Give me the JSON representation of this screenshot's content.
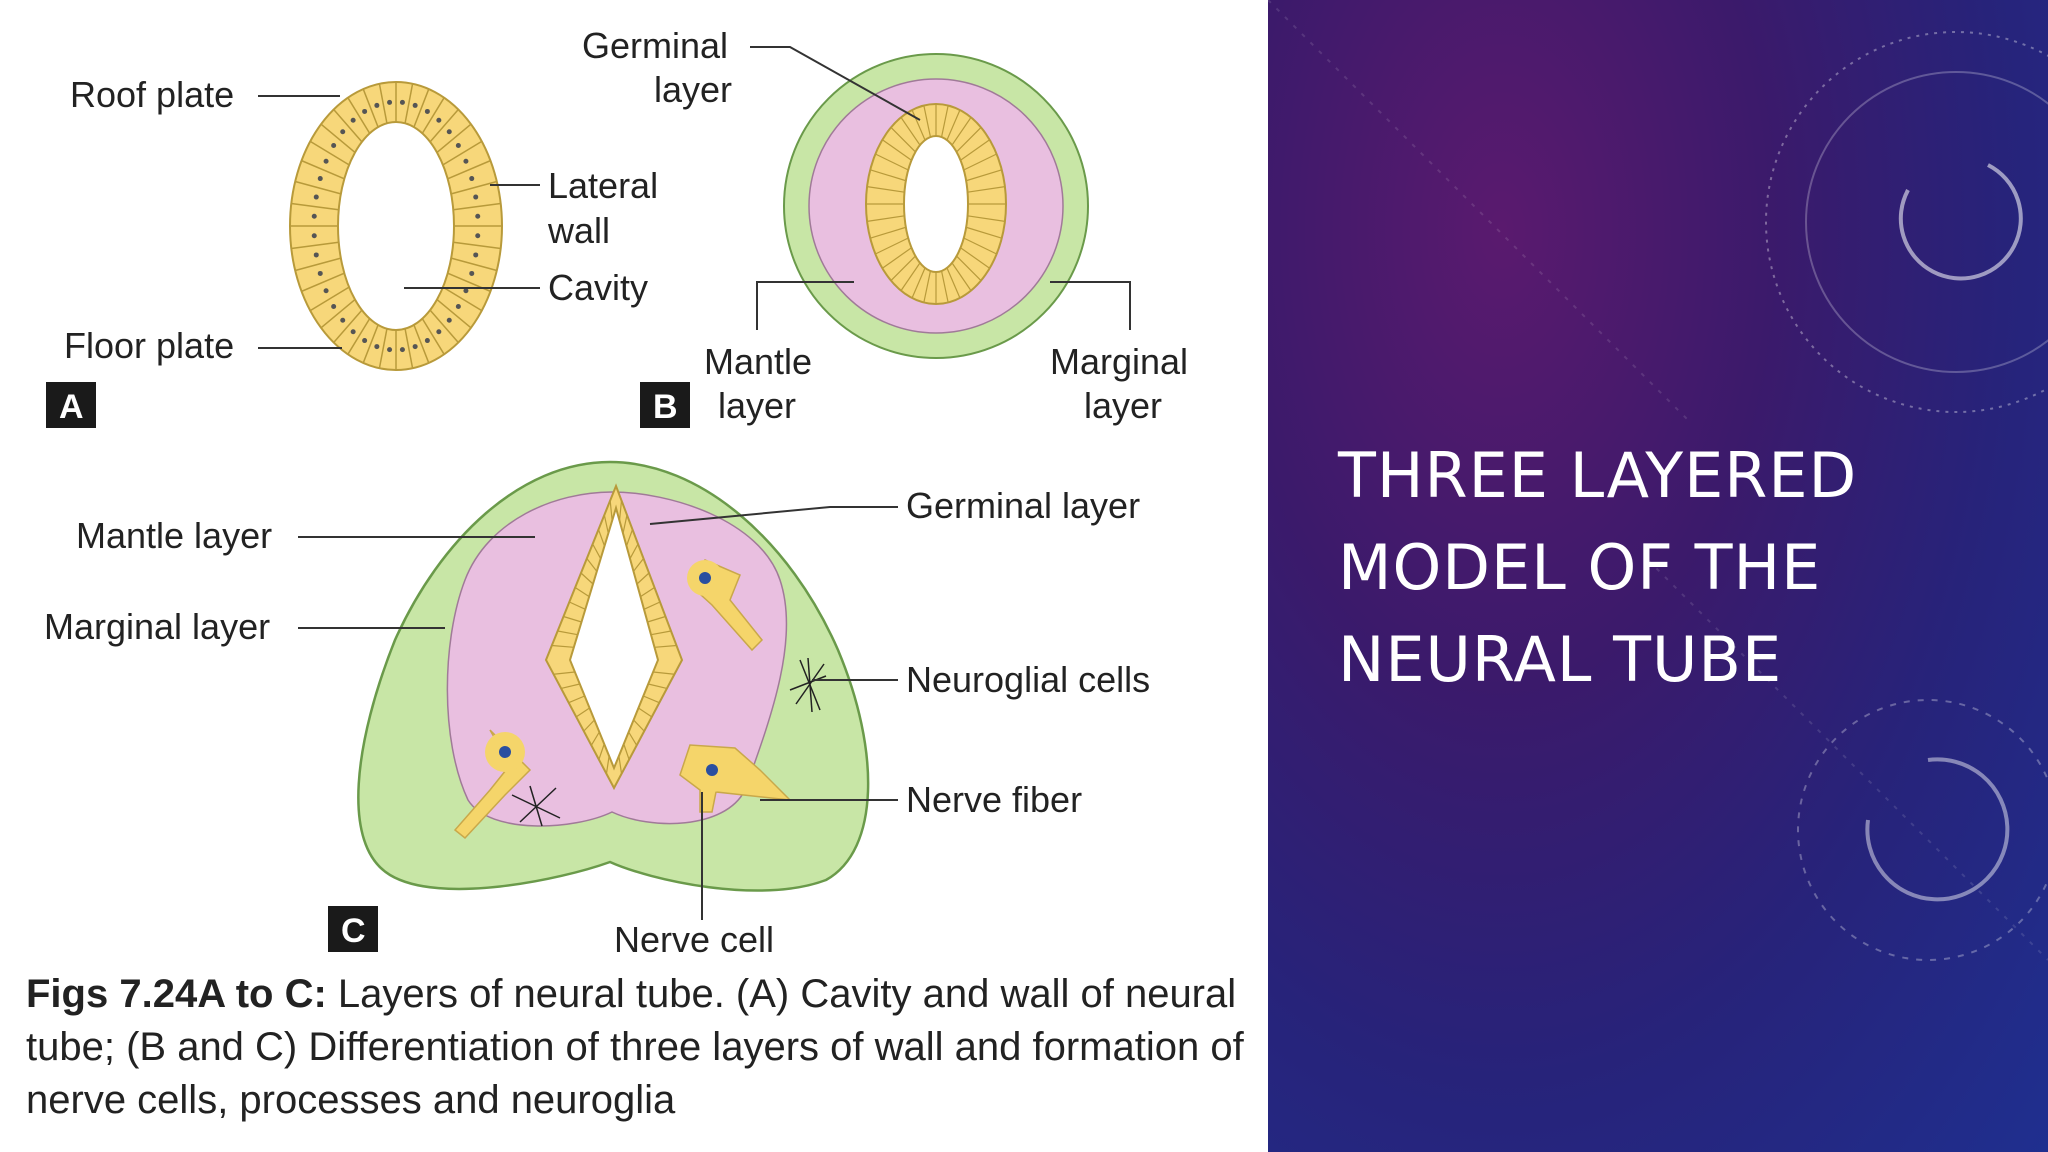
{
  "figure": {
    "panel_a": {
      "letter": "A",
      "labels": {
        "roof_plate": "Roof plate",
        "lateral_wall_1": "Lateral",
        "lateral_wall_2": "wall",
        "cavity": "Cavity",
        "floor_plate": "Floor plate"
      }
    },
    "panel_b": {
      "letter": "B",
      "labels": {
        "germinal_1": "Germinal",
        "germinal_2": "layer",
        "mantle_1": "Mantle",
        "mantle_2": "layer",
        "marginal_1": "Marginal",
        "marginal_2": "layer"
      }
    },
    "panel_c": {
      "letter": "C",
      "labels": {
        "mantle": "Mantle layer",
        "marginal": "Marginal layer",
        "germinal": "Germinal layer",
        "neuroglial": "Neuroglial cells",
        "nerve_fiber": "Nerve fiber",
        "nerve_cell": "Nerve cell"
      }
    },
    "caption": {
      "bold": "Figs 7.24A to C:",
      "text": " Layers of neural tube. (A) Cavity and wall of neural tube; (B and C) Differentiation of three layers of wall and formation of nerve cells, processes and neuroglia"
    },
    "colors": {
      "wall_yellow": "#f7d77a",
      "mantle_pink": "#e9bfe0",
      "marginal_green": "#c8e6a6"
    }
  },
  "slide": {
    "title": "THREE LAYERED MODEL OF THE NEURAL TUBE",
    "background_colors": [
      "#5a1a6e",
      "#27237a",
      "#1f2f8f"
    ]
  }
}
